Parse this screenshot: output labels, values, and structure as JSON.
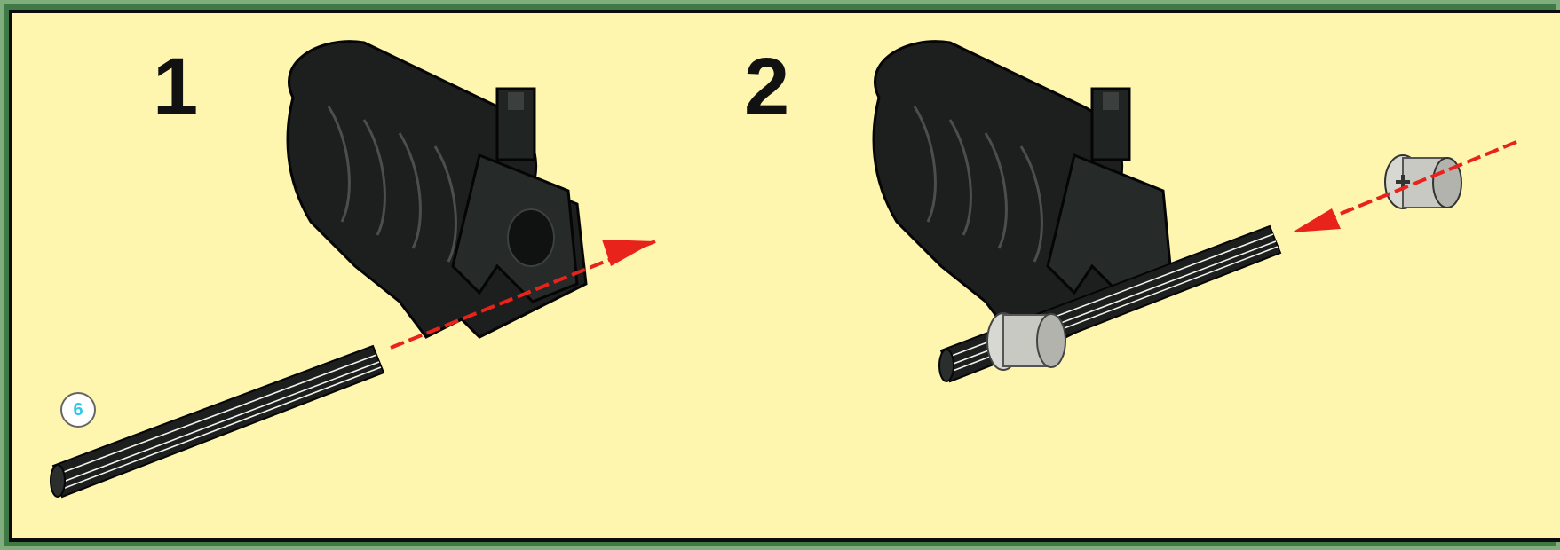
{
  "steps": [
    {
      "number": "1",
      "parts": [
        "black-motor-housing",
        "black-axle"
      ],
      "callout_length": "6",
      "arrow_direction": "right"
    },
    {
      "number": "2",
      "parts": [
        "black-motor-housing",
        "black-axle",
        "grey-bush",
        "grey-bush"
      ],
      "arrow_direction": "left"
    }
  ],
  "colors": {
    "background": "#fef5ae",
    "frame": "#3f7a46",
    "part_black": "#1c1f1e",
    "arrow_red": "#e8231b",
    "bush_grey": "#c9c9c4",
    "callout_text": "#2fc6e8"
  }
}
